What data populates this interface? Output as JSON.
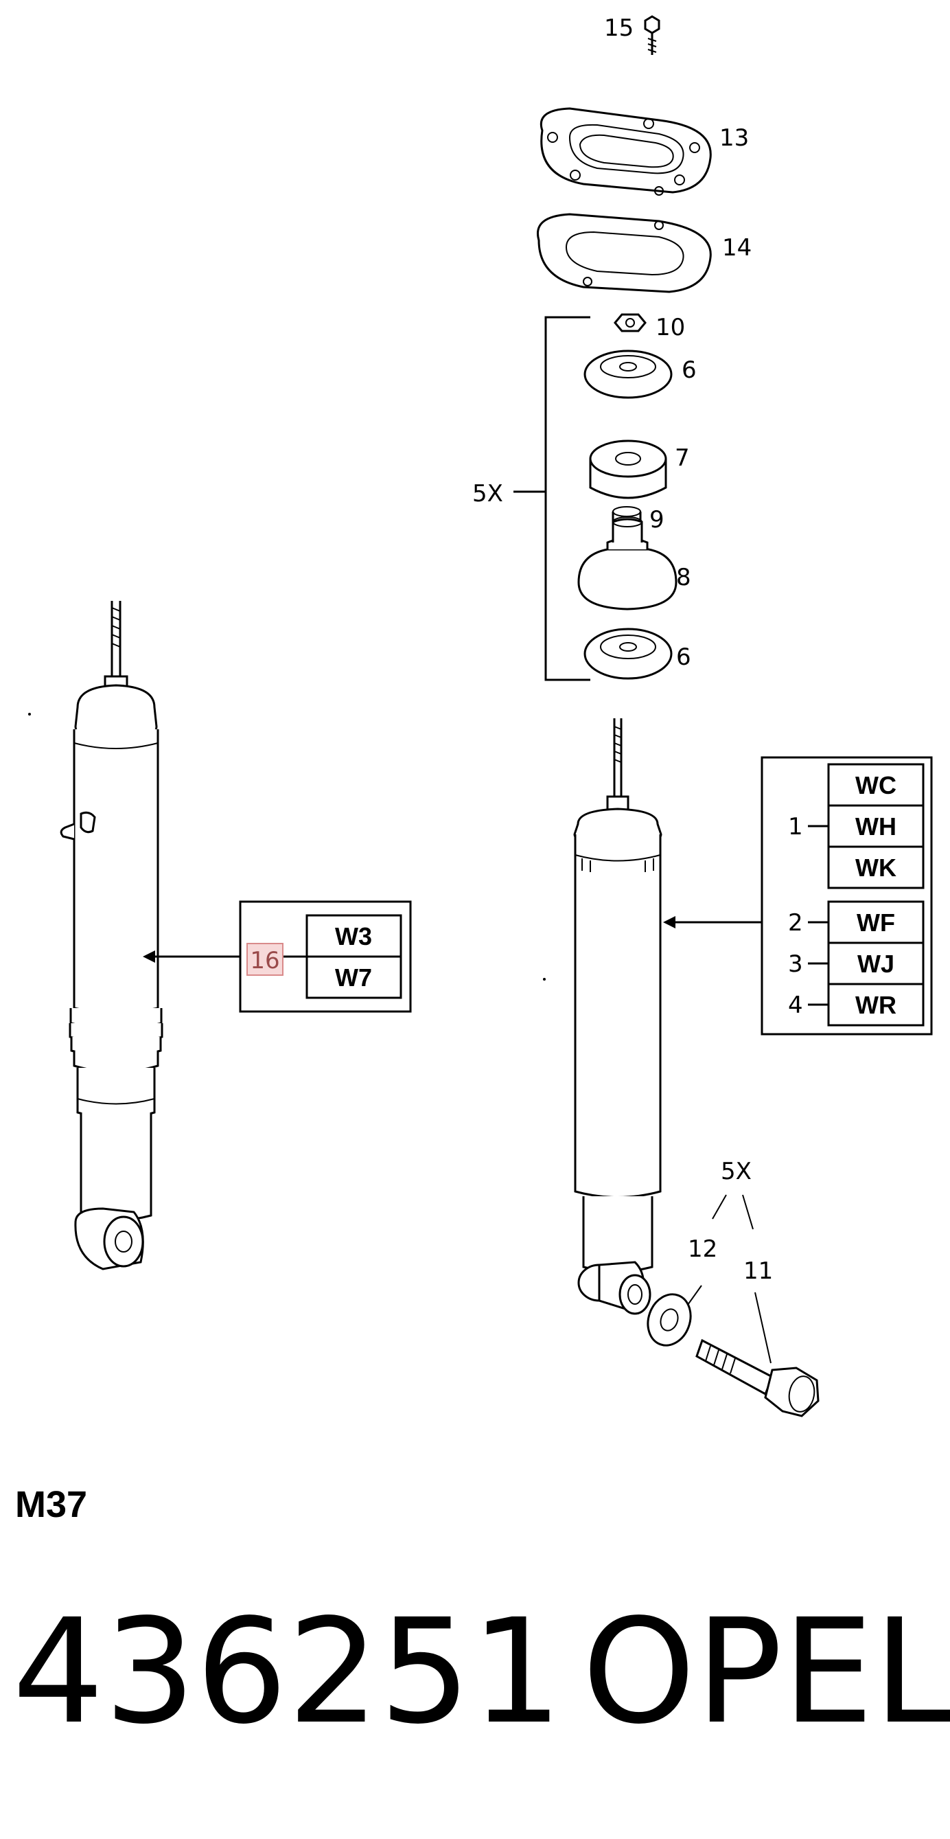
{
  "diagram": {
    "callouts": {
      "c15": "15",
      "c13": "13",
      "c14": "14",
      "c10": "10",
      "c6a": "6",
      "c7": "7",
      "c9": "9",
      "c8": "8",
      "c6b": "6",
      "kit_top": "5X",
      "kit_bottom": "5X",
      "c12": "12",
      "c11": "11",
      "c1": "1",
      "c2": "2",
      "c3": "3",
      "c4": "4",
      "c16": "16"
    },
    "left_codes": [
      "W3",
      "W7"
    ],
    "right_codes": [
      "WC",
      "WH",
      "WK",
      "WF",
      "WJ",
      "WR"
    ]
  },
  "section_code": "M37",
  "part_number": "436251",
  "brand": "OPEL",
  "colors": {
    "highlight_fill": "#f7d9d9",
    "highlight_text": "#9a4a4a"
  }
}
